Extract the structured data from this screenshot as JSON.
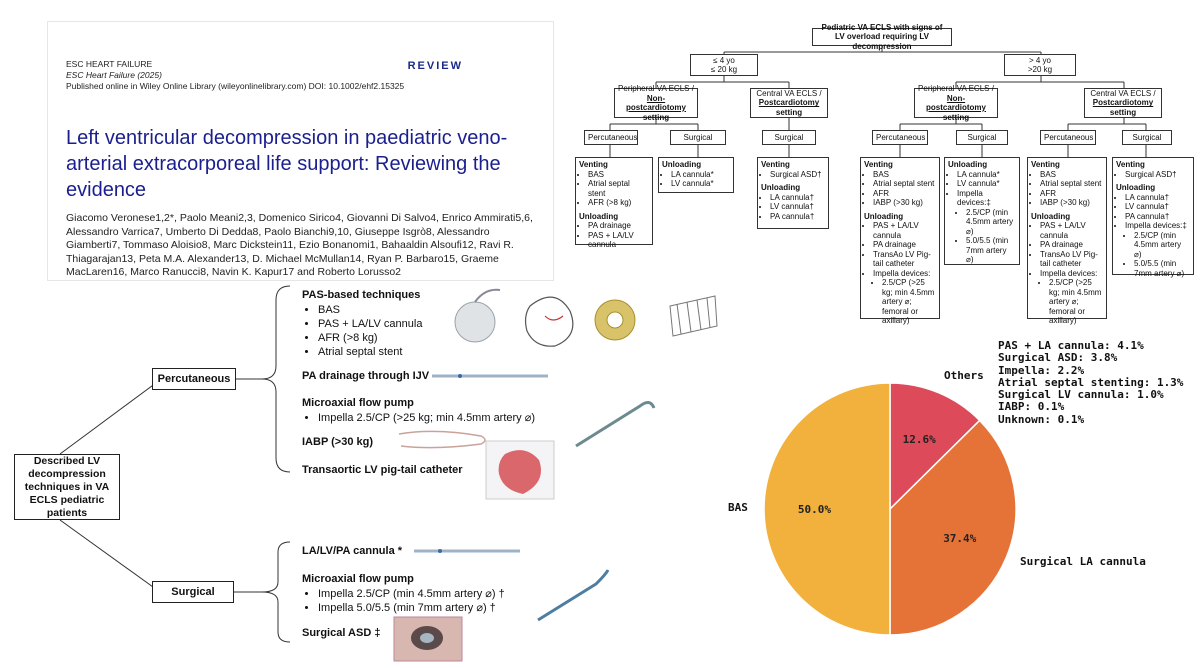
{
  "paper": {
    "journal": "ESC HEART FAILURE",
    "journal_year": "ESC Heart Failure (2025)",
    "published": "Published online in Wiley Online Library (wileyonlinelibrary.com) DOI: 10.1002/ehf2.15325",
    "type": "REVIEW",
    "title": "Left ventricular decompression in paediatric veno-arterial extracorporeal life support: Reviewing the evidence",
    "authors": "Giacomo Veronese1,2*, Paolo Meani2,3, Domenico Sirico4, Giovanni Di Salvo4, Enrico Ammirati5,6, Alessandro Varrica7, Umberto Di Dedda8, Paolo Bianchi9,10, Giuseppe Isgrò8, Alessandro Giamberti7, Tommaso Aloisio8, Marc Dickstein11, Ezio Bonanomi1, Bahaaldin Alsoufi12, Ravi R. Thiagarajan13, Peta M.A. Alexander13, D. Michael McMullan14, Ryan P. Barbaro15, Graeme MacLaren16, Marco Ranucci8, Navin K. Kapur17 and Roberto Lorusso2"
  },
  "flow": {
    "root": "Pediatric VA ECLS with signs of LV overload requiring LV decompression",
    "left_age": "≤ 4 yo\n≤ 20 kg",
    "right_age": "> 4 yo\n>20 kg",
    "peripheral_a": "Peripheral VA ECLS /",
    "peripheral_b": "Non-postcardiotomy",
    "peripheral_c": "setting",
    "central_a": "Central VA ECLS /",
    "central_b": "Postcardiotomy",
    "central_c": "setting",
    "percutaneous": "Percutaneous",
    "surgical": "Surgical",
    "venting": "Venting",
    "unloading": "Unloading",
    "ll_vent": [
      "BAS",
      "Atrial septal stent",
      "AFR (>8 kg)"
    ],
    "ll_unload": [
      "PA drainage",
      "PAS + LA/LV cannula"
    ],
    "lm_unload": [
      "LA cannula*",
      "LV cannula*"
    ],
    "lc_vent": [
      "Surgical ASD†"
    ],
    "lc_unload": [
      "LA cannula†",
      "LV cannula†",
      "PA cannula†"
    ],
    "rl_vent": [
      "BAS",
      "Atrial septal stent",
      "AFR",
      "IABP (>30 kg)"
    ],
    "rl_unload": [
      "PAS + LA/LV cannula",
      "PA drainage",
      "TransAo LV Pig-tail catheter",
      "Impella devices:"
    ],
    "rl_impella": [
      "2.5/CP (>25 kg; min 4.5mm artery ⌀; femoral or axillary)"
    ],
    "rm_unload": [
      "LA cannula*",
      "LV cannula*",
      "Impella devices:‡"
    ],
    "rm_impella": [
      "2.5/CP (min 4.5mm artery ⌀)",
      "5.0/5.5 (min 7mm artery ⌀)"
    ],
    "cc_vent": [
      "BAS",
      "Atrial septal stent",
      "AFR",
      "IABP (>30 kg)"
    ],
    "cc_unload": [
      "PAS + LA/LV cannula",
      "PA drainage",
      "TransAo LV Pig-tail catheter",
      "Impella devices:"
    ],
    "cc_impella": [
      "2.5/CP (>25 kg; min 4.5mm artery ⌀; femoral or axillary)"
    ],
    "cr_vent": [
      "Surgical ASD†"
    ],
    "cr_unload": [
      "LA cannula†",
      "LV cannula†",
      "PA cannula†",
      "Impella devices:‡"
    ],
    "cr_impella": [
      "2.5/CP (min 4.5mm artery ⌀)",
      "5.0/5.5 (min 7mm artery ⌀)"
    ]
  },
  "tree": {
    "root": "Described LV decompression techniques in VA ECLS pediatric patients",
    "percutaneous": "Percutaneous",
    "surgical": "Surgical",
    "pas_title": "PAS-based techniques",
    "pas_items": [
      "BAS",
      "PAS + LA/LV cannula",
      "AFR (>8 kg)",
      "Atrial septal stent"
    ],
    "pa_drain": "PA drainage through IJV",
    "microaxial": "Microaxial flow pump",
    "micro_items_p": [
      "Impella 2.5/CP (>25 kg; min 4.5mm artery ⌀)"
    ],
    "iabp": "IABP (>30 kg)",
    "pigtail": "Transaortic LV pig-tail catheter",
    "cannula": "LA/LV/PA cannula *",
    "microaxial_s": "Microaxial flow pump",
    "micro_items_s": [
      "Impella 2.5/CP (min 4.5mm artery ⌀) †",
      "Impella 5.0/5.5 (min 7mm artery ⌀) †"
    ],
    "surgical_asd": "Surgical ASD ‡"
  },
  "pie": {
    "others_label": "Others",
    "others_breakdown": [
      "PAS + LA cannula: 4.1%",
      "Surgical ASD: 3.8%",
      "Impella: 2.2%",
      "Atrial septal stenting: 1.3%",
      "Surgical LV cannula: 1.0%",
      "IABP: 0.1%",
      "Unknown: 0.1%"
    ],
    "bas_label": "BAS",
    "sla_label": "Surgical LA cannula"
  },
  "chart_data": {
    "type": "pie",
    "categories": [
      "Others",
      "Surgical LA cannula",
      "BAS"
    ],
    "values": [
      12.6,
      37.4,
      50.0
    ],
    "value_labels": [
      "12.6%",
      "37.4%",
      "50.0%"
    ],
    "colors": [
      "#dd4a59",
      "#e57338",
      "#f2b13c"
    ]
  }
}
